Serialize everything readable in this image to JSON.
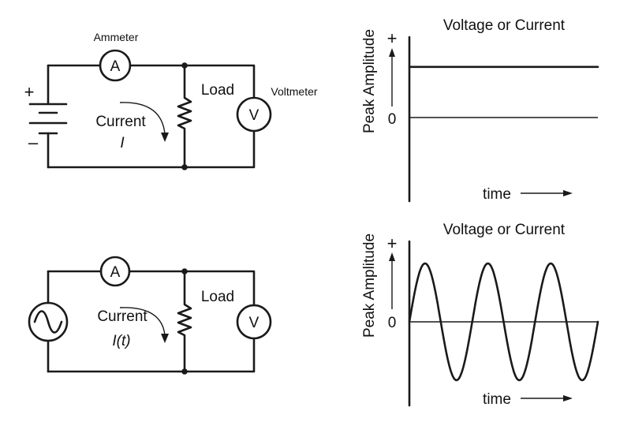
{
  "circuit_dc": {
    "ammeter_caption": "Ammeter",
    "ammeter_symbol": "A",
    "load_label": "Load",
    "voltmeter_caption": "Voltmeter",
    "voltmeter_symbol": "V",
    "current_label": "Current",
    "current_symbol": "I",
    "plus_sign": "+",
    "minus_sign": "–"
  },
  "circuit_ac": {
    "ammeter_symbol": "A",
    "load_label": "Load",
    "voltmeter_symbol": "V",
    "current_label": "Current",
    "current_symbol": "I(t)"
  },
  "chart_data": [
    {
      "type": "line",
      "title": "Voltage or Current",
      "ylabel": "Peak Amplitude",
      "xlabel": "time",
      "y_ticks": [
        "+",
        "0"
      ],
      "series": [
        {
          "shape": "constant",
          "level": 0.6
        }
      ]
    },
    {
      "type": "line",
      "title": "Voltage or Current",
      "ylabel": "Peak Amplitude",
      "xlabel": "time",
      "y_ticks": [
        "+",
        "0"
      ],
      "series": [
        {
          "shape": "sine",
          "amplitude": 1.0,
          "cycles": 3
        }
      ]
    }
  ]
}
